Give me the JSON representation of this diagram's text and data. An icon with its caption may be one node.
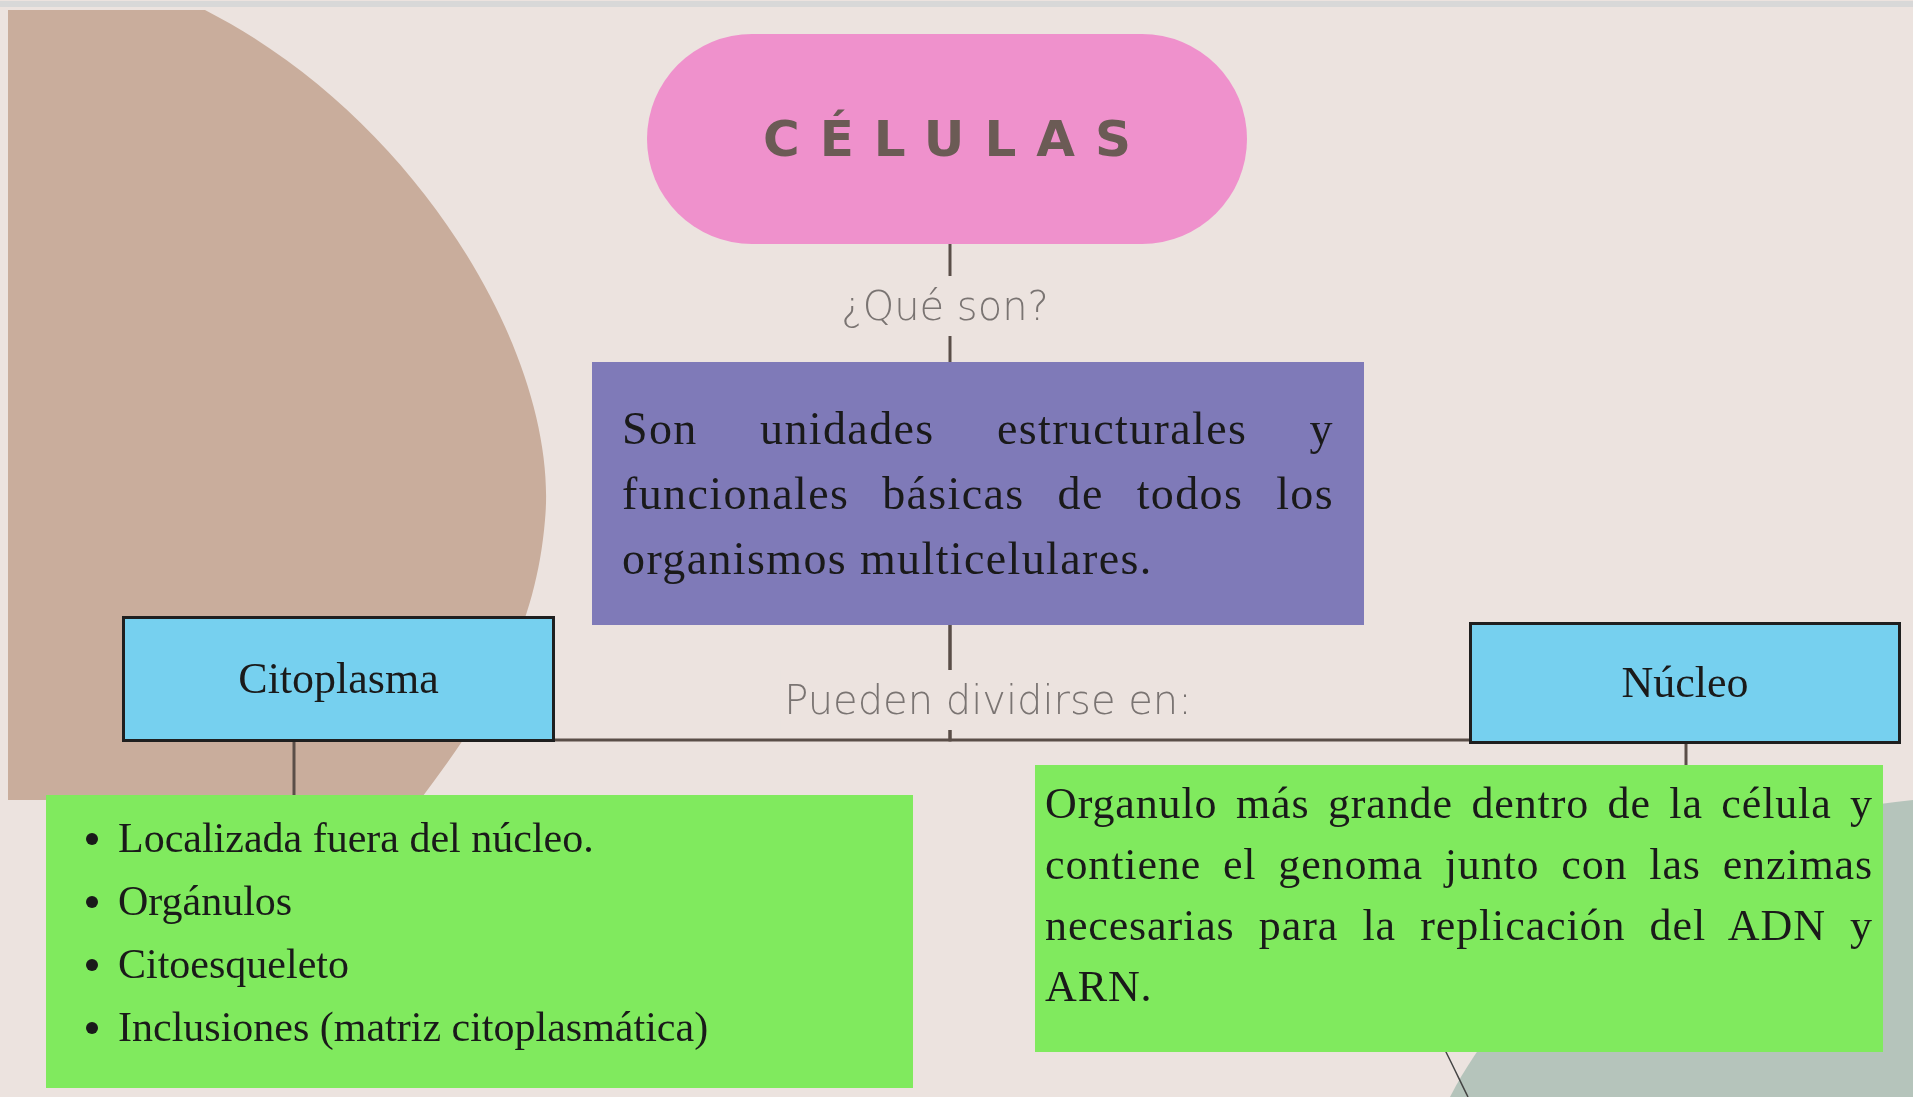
{
  "diagram": {
    "nodes": [
      {
        "text": [
          "CÉLULAS"
        ]
      },
      {
        "text": [
          "Son unidades estructurales y funcionales básicas de todos los organismos multicelulares."
        ]
      },
      {
        "text": [
          "Citoplasma"
        ]
      },
      {
        "text": [
          "Núcleo"
        ]
      },
      {
        "text": [
          "Localizada fuera del núcleo.",
          "Orgánulos",
          "Citoesqueleto",
          "Inclusiones (matriz citoplasmática)"
        ]
      },
      {
        "text": [
          "Organulo más grande dentro de la célula y contiene el genoma junto con las enzimas necesarias para la replicación del ADN y ARN."
        ]
      }
    ],
    "edges": [
      {
        "from": 0,
        "to": 1,
        "arrow": "none",
        "label": "¿Qué son?"
      },
      {
        "from": 1,
        "to": 2,
        "arrow": "none",
        "label": "Pueden dividirse en:"
      },
      {
        "from": 1,
        "to": 3,
        "arrow": "none"
      },
      {
        "from": 2,
        "to": 4,
        "arrow": "none"
      },
      {
        "from": 3,
        "to": 5,
        "arrow": "none"
      }
    ]
  }
}
